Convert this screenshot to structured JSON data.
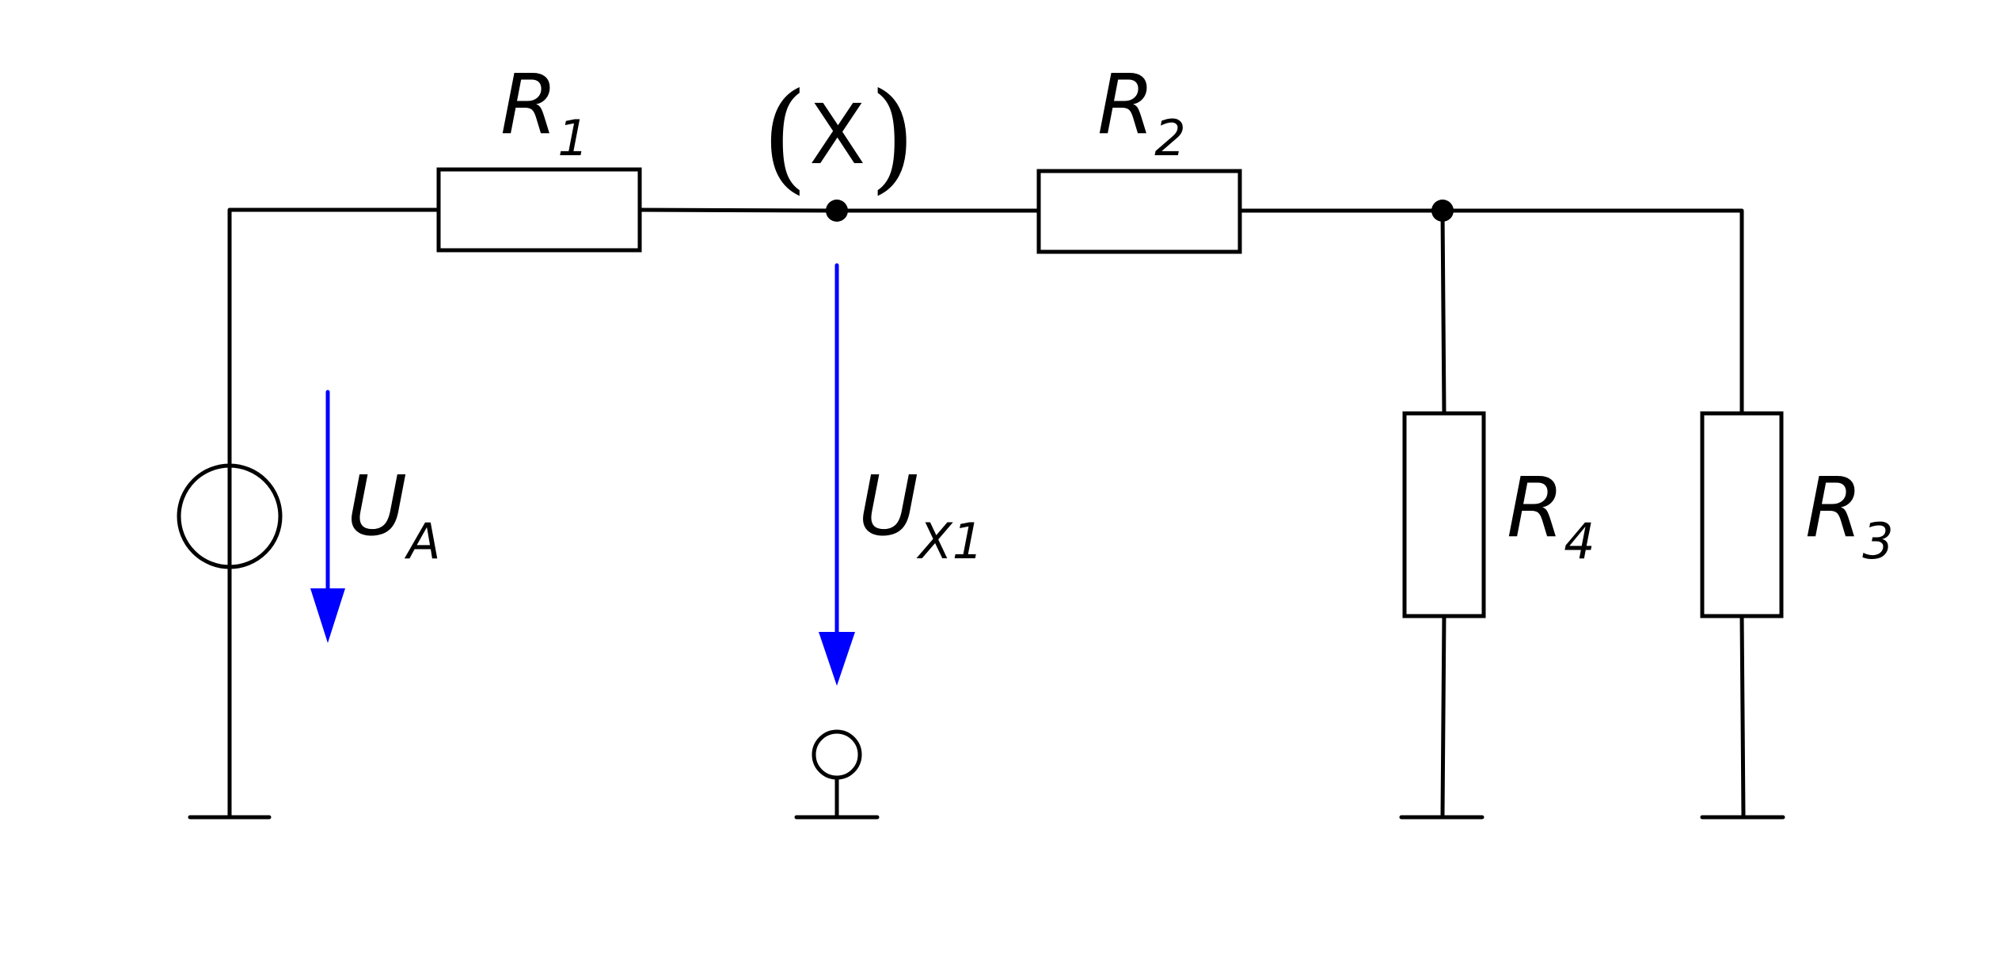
{
  "labels": {
    "r1": {
      "main": "R",
      "sub": "1"
    },
    "r2": {
      "main": "R",
      "sub": "2"
    },
    "r3": {
      "main": "R",
      "sub": "3"
    },
    "r4": {
      "main": "R",
      "sub": "4"
    },
    "ua": {
      "main": "U",
      "sub": "A"
    },
    "ux1": {
      "main": "U",
      "sub": "X1"
    },
    "node_x": {
      "open": "(",
      "name": "X",
      "close": ")"
    }
  },
  "colors": {
    "wire": "#000000",
    "arrow": "#0000ff"
  }
}
